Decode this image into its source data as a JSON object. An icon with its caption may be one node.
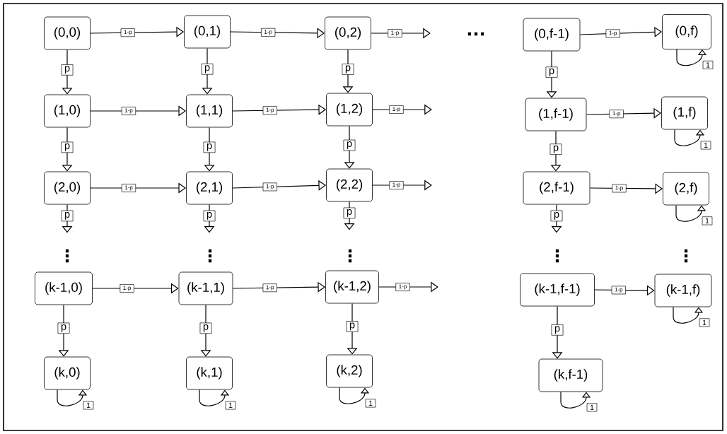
{
  "diagram": {
    "nodes": [
      {
        "text": [
          "(0,0)"
        ]
      },
      {
        "text": [
          "(0,1)"
        ]
      },
      {
        "text": [
          "(0,2)"
        ]
      },
      {
        "text": [
          "(0,f-1)"
        ]
      },
      {
        "text": [
          "(0,f)"
        ]
      },
      {
        "text": [
          "(1,0)"
        ]
      },
      {
        "text": [
          "(1,1)"
        ]
      },
      {
        "text": [
          "(1,2)"
        ]
      },
      {
        "text": [
          "(1,f-1)"
        ]
      },
      {
        "text": [
          "(1,f)"
        ]
      },
      {
        "text": [
          "(2,0)"
        ]
      },
      {
        "text": [
          "(2,1)"
        ]
      },
      {
        "text": [
          "(2,2)"
        ]
      },
      {
        "text": [
          "(2,f-1)"
        ]
      },
      {
        "text": [
          "(2,f)"
        ]
      },
      {
        "text": [
          "(k-1,0)"
        ]
      },
      {
        "text": [
          "(k-1,1)"
        ]
      },
      {
        "text": [
          "(k-1,2)"
        ]
      },
      {
        "text": [
          "(k-1,f-1)"
        ]
      },
      {
        "text": [
          "(k-1,f)"
        ]
      },
      {
        "text": [
          "(k,0)"
        ]
      },
      {
        "text": [
          "(k,1)"
        ]
      },
      {
        "text": [
          "(k,2)"
        ]
      },
      {
        "text": [
          "(k,f-1)"
        ]
      }
    ],
    "edges": [
      {
        "from": 0,
        "to": 1,
        "arrow": "to",
        "label": "1-p"
      },
      {
        "from": 1,
        "to": 2,
        "arrow": "to",
        "label": "1-p"
      },
      {
        "from": 2,
        "to": null,
        "arrow": "to",
        "label": "1-p"
      },
      {
        "from": 3,
        "to": 4,
        "arrow": "to",
        "label": "1-p"
      },
      {
        "from": 4,
        "to": 4,
        "arrow": "to",
        "label": "1"
      },
      {
        "from": 0,
        "to": 5,
        "arrow": "to",
        "label": "p"
      },
      {
        "from": 1,
        "to": 6,
        "arrow": "to",
        "label": "p"
      },
      {
        "from": 2,
        "to": 7,
        "arrow": "to",
        "label": "p"
      },
      {
        "from": 3,
        "to": 8,
        "arrow": "to",
        "label": "p"
      },
      {
        "from": 5,
        "to": 6,
        "arrow": "to",
        "label": "1-p"
      },
      {
        "from": 6,
        "to": 7,
        "arrow": "to",
        "label": "1-p"
      },
      {
        "from": 7,
        "to": null,
        "arrow": "to",
        "label": "1-p"
      },
      {
        "from": 8,
        "to": 9,
        "arrow": "to",
        "label": "1-p"
      },
      {
        "from": 9,
        "to": 9,
        "arrow": "to",
        "label": "1"
      },
      {
        "from": 5,
        "to": 10,
        "arrow": "to",
        "label": "p"
      },
      {
        "from": 6,
        "to": 11,
        "arrow": "to",
        "label": "p"
      },
      {
        "from": 7,
        "to": 12,
        "arrow": "to",
        "label": "p"
      },
      {
        "from": 8,
        "to": 13,
        "arrow": "to",
        "label": "p"
      },
      {
        "from": 10,
        "to": 11,
        "arrow": "to",
        "label": "1-p"
      },
      {
        "from": 11,
        "to": 12,
        "arrow": "to",
        "label": "1-p"
      },
      {
        "from": 12,
        "to": null,
        "arrow": "to",
        "label": "1-p"
      },
      {
        "from": 13,
        "to": 14,
        "arrow": "to",
        "label": "1-p"
      },
      {
        "from": 14,
        "to": 14,
        "arrow": "to",
        "label": "1"
      },
      {
        "from": 10,
        "to": null,
        "arrow": "to",
        "label": "p"
      },
      {
        "from": 11,
        "to": null,
        "arrow": "to",
        "label": "p"
      },
      {
        "from": 12,
        "to": null,
        "arrow": "to",
        "label": "p"
      },
      {
        "from": 13,
        "to": null,
        "arrow": "to",
        "label": "p"
      },
      {
        "from": 15,
        "to": 16,
        "arrow": "to",
        "label": "1-p"
      },
      {
        "from": 16,
        "to": 17,
        "arrow": "to",
        "label": "1-p"
      },
      {
        "from": 17,
        "to": null,
        "arrow": "to",
        "label": "1-p"
      },
      {
        "from": 18,
        "to": 19,
        "arrow": "to",
        "label": "1-p"
      },
      {
        "from": 19,
        "to": 19,
        "arrow": "to",
        "label": "1"
      },
      {
        "from": 15,
        "to": 20,
        "arrow": "to",
        "label": "p"
      },
      {
        "from": 16,
        "to": 21,
        "arrow": "to",
        "label": "p"
      },
      {
        "from": 17,
        "to": 22,
        "arrow": "to",
        "label": "p"
      },
      {
        "from": 18,
        "to": 23,
        "arrow": "to",
        "label": "p"
      },
      {
        "from": 20,
        "to": 20,
        "arrow": "to",
        "label": "1"
      },
      {
        "from": 21,
        "to": 21,
        "arrow": "to",
        "label": "1"
      },
      {
        "from": 22,
        "to": 22,
        "arrow": "to",
        "label": "1"
      },
      {
        "from": 23,
        "to": 23,
        "arrow": "to",
        "label": "1"
      }
    ],
    "labels": [
      "...",
      "⋮",
      "⋮",
      "⋮",
      "⋮",
      "⋮"
    ]
  }
}
